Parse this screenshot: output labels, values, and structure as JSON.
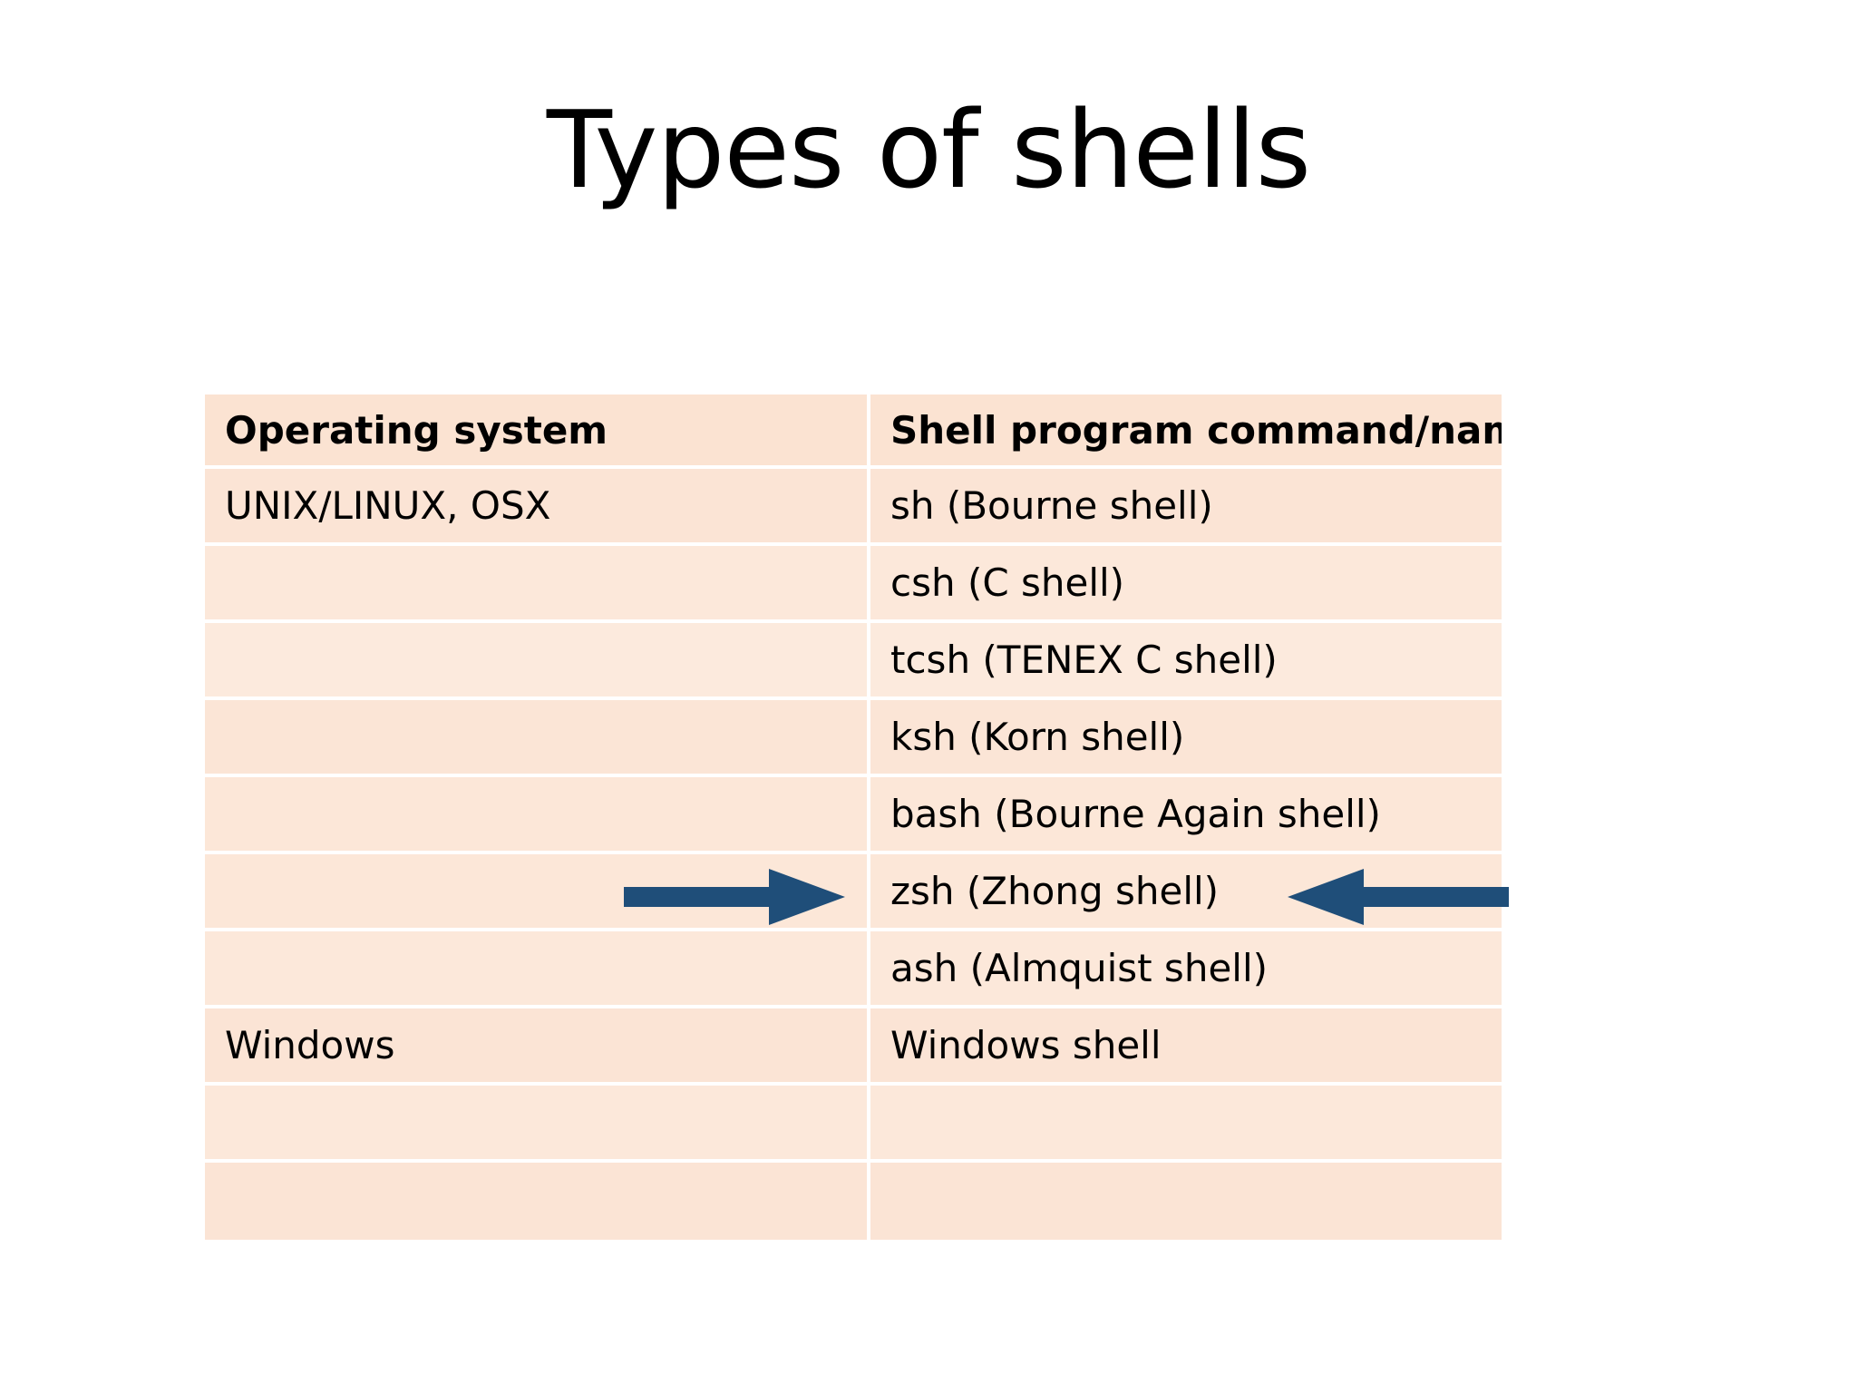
{
  "slide": {
    "title": "Types of shells",
    "background_color": "#FFFFFF"
  },
  "table": {
    "accent_color": "#FBE4D5",
    "gridline_color": "#FFFFFF",
    "text_color": "#000000",
    "headers": [
      "Operating system",
      "Shell program command/name"
    ],
    "rows": [
      {
        "os": "UNIX/LINUX, OSX",
        "shell": "sh (Bourne shell)"
      },
      {
        "os": "",
        "shell": "csh (C shell)"
      },
      {
        "os": "",
        "shell": "tcsh (TENEX C shell)"
      },
      {
        "os": "",
        "shell": "ksh (Korn shell)"
      },
      {
        "os": "",
        "shell": "bash (Bourne Again shell)"
      },
      {
        "os": "",
        "shell": "zsh (Zhong shell)"
      },
      {
        "os": "",
        "shell": "ash (Almquist shell)"
      },
      {
        "os": "Windows",
        "shell": "Windows shell"
      },
      {
        "os": "",
        "shell": ""
      },
      {
        "os": "",
        "shell": ""
      }
    ]
  },
  "annotations": {
    "arrow_color": "#1F4E79",
    "highlighted_row_text": "zsh (Zhong shell)",
    "left_arrow_direction": "right",
    "right_arrow_direction": "left"
  }
}
